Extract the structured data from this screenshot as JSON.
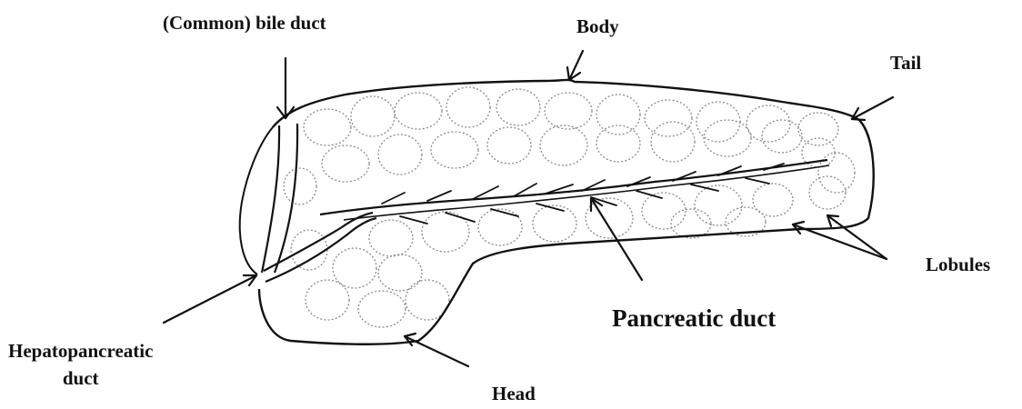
{
  "labels": {
    "common_bile_duct": "(Common) bile duct",
    "body": "Body",
    "tail": "Tail",
    "lobules": "Lobules",
    "pancreatic_duct": "Pancreatic duct",
    "hepatopancreatic_duct_line1": "Hepatopancreatic",
    "hepatopancreatic_duct_line2": "duct",
    "head": "Head"
  },
  "colors": {
    "ink": "#111111",
    "lobule_outline": "#8a8a8a",
    "background": "#ffffff"
  }
}
